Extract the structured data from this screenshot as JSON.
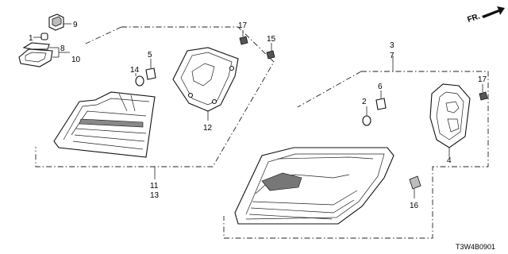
{
  "diagram_code": "T3W4B0901",
  "direction_label": "FR.",
  "callouts": {
    "c1": "1",
    "c2": "2",
    "c3": "3",
    "c4": "4",
    "c5": "5",
    "c6": "6",
    "c7": "7",
    "c8": "8",
    "c9": "9",
    "c10": "10",
    "c11": "11",
    "c12": "12",
    "c13": "13",
    "c14": "14",
    "c15": "15",
    "c16": "16",
    "c17a": "17",
    "c17b": "17"
  }
}
